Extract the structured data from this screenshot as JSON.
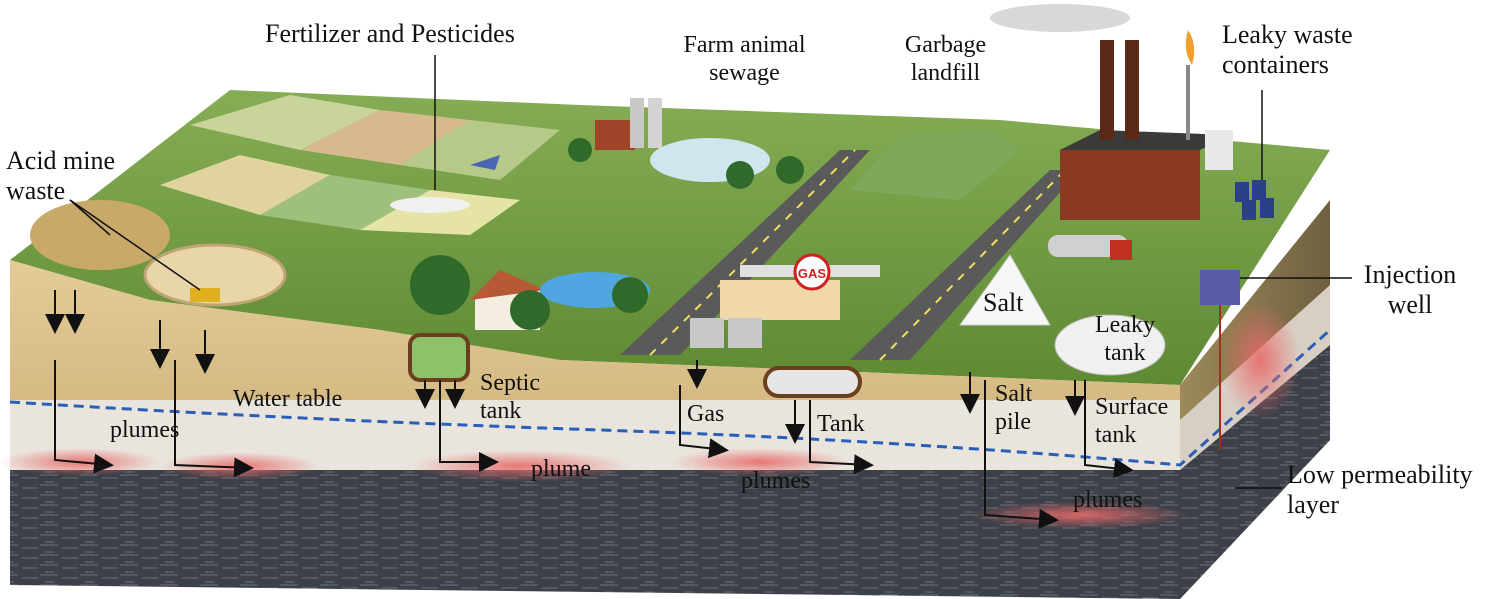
{
  "labels": {
    "fertilizer": "Fertilizer and Pesticides",
    "farm_animal_line1": "Farm animal",
    "farm_animal_line2": "sewage",
    "garbage_line1": "Garbage",
    "garbage_line2": "landfill",
    "leaky_containers_line1": "Leaky waste",
    "leaky_containers_line2": "containers",
    "acid_mine_line1": "Acid mine",
    "acid_mine_line2": "waste",
    "injection_line1": "Injection",
    "injection_line2": "well",
    "salt": "Salt",
    "leaky_tank_line1": "Leaky",
    "leaky_tank_line2": "tank",
    "gas_sign": "GAS",
    "water_table": "Water table",
    "plumes_left": "plumes",
    "septic_line1": "Septic",
    "septic_line2": "tank",
    "gas": "Gas",
    "tank": "Tank",
    "salt_pile_line1": "Salt",
    "salt_pile_line2": "pile",
    "surface_tank_line1": "Surface",
    "surface_tank_line2": "tank",
    "plume_center": "plume",
    "plumes_mid": "plumes",
    "plumes_right": "plumes",
    "low_perm_line1": "Low permeability",
    "low_perm_line2": "layer"
  },
  "colors": {
    "grass": "#6f9a3e",
    "soil": "#d9c08a",
    "aquifer": "#e8e4dc",
    "plume": "#e86a6a",
    "bedrock": "#3c4048",
    "road": "#5a5a5a",
    "water_table_line": "#2a5fb5",
    "building_brick": "#8a3a22"
  }
}
